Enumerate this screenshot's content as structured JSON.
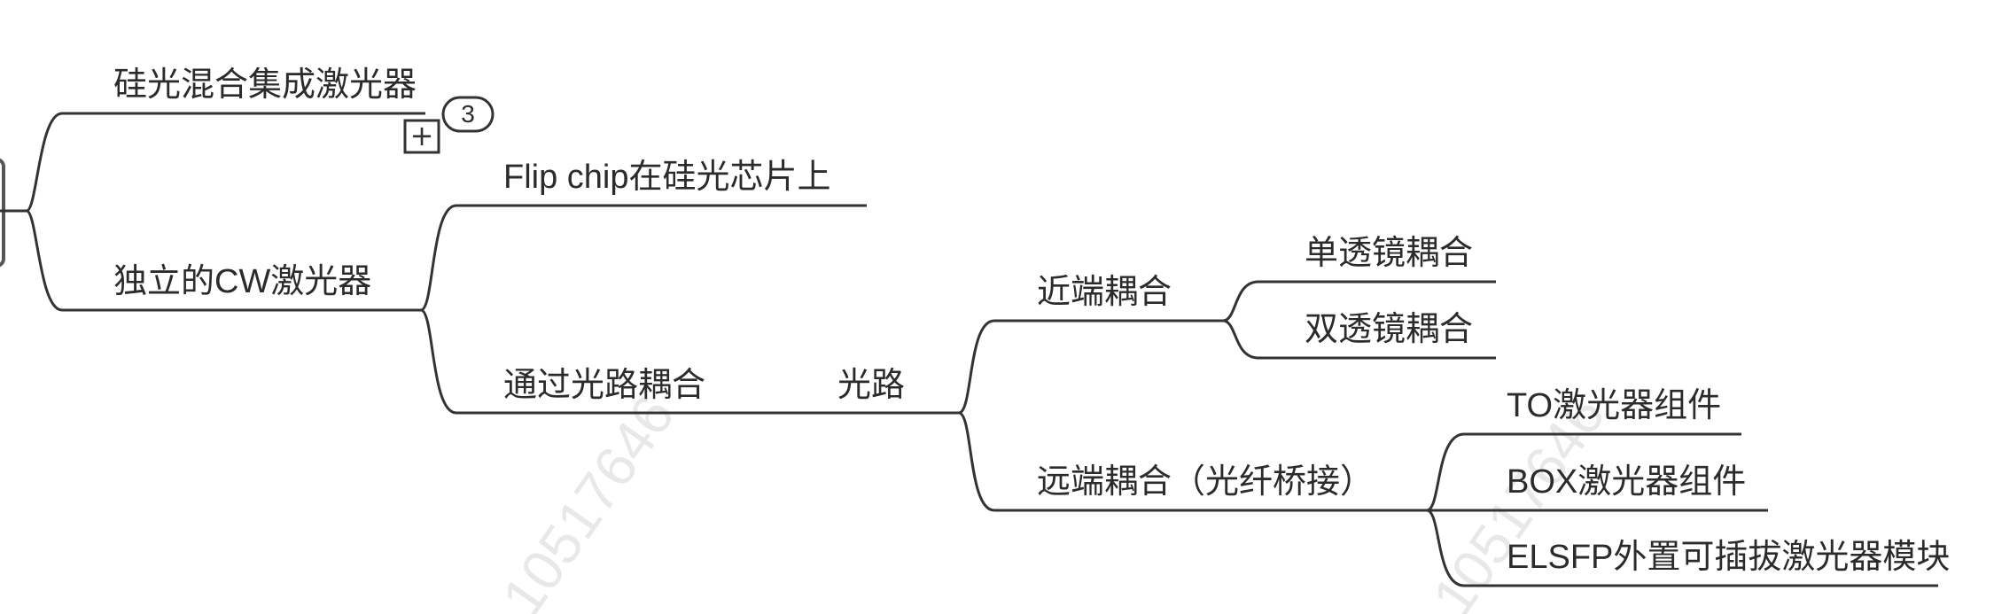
{
  "mindmap": {
    "branch_a": {
      "label": "硅光混合集成激光器",
      "collapsed_count": "3"
    },
    "branch_b": {
      "label": "独立的CW激光器"
    },
    "b_flip": {
      "label": "Flip chip在硅光芯片上"
    },
    "b_optical": {
      "label": "通过光路耦合"
    },
    "optical_path": {
      "label": "光路"
    },
    "near": {
      "label": "近端耦合"
    },
    "near_single": {
      "label": "单透镜耦合"
    },
    "near_double": {
      "label": "双透镜耦合"
    },
    "far": {
      "label": "远端耦合（光纤桥接）"
    },
    "far_to": {
      "label": "TO激光器组件"
    },
    "far_box": {
      "label": "BOX激光器组件"
    },
    "far_elsfp": {
      "label": "ELSFP外置可插拔激光器模块"
    }
  },
  "watermark": {
    "text_1": "10517646",
    "text_2": "10517646"
  },
  "colors": {
    "line": "#333333",
    "text": "#2b2b2b",
    "background": "#ffffff"
  }
}
